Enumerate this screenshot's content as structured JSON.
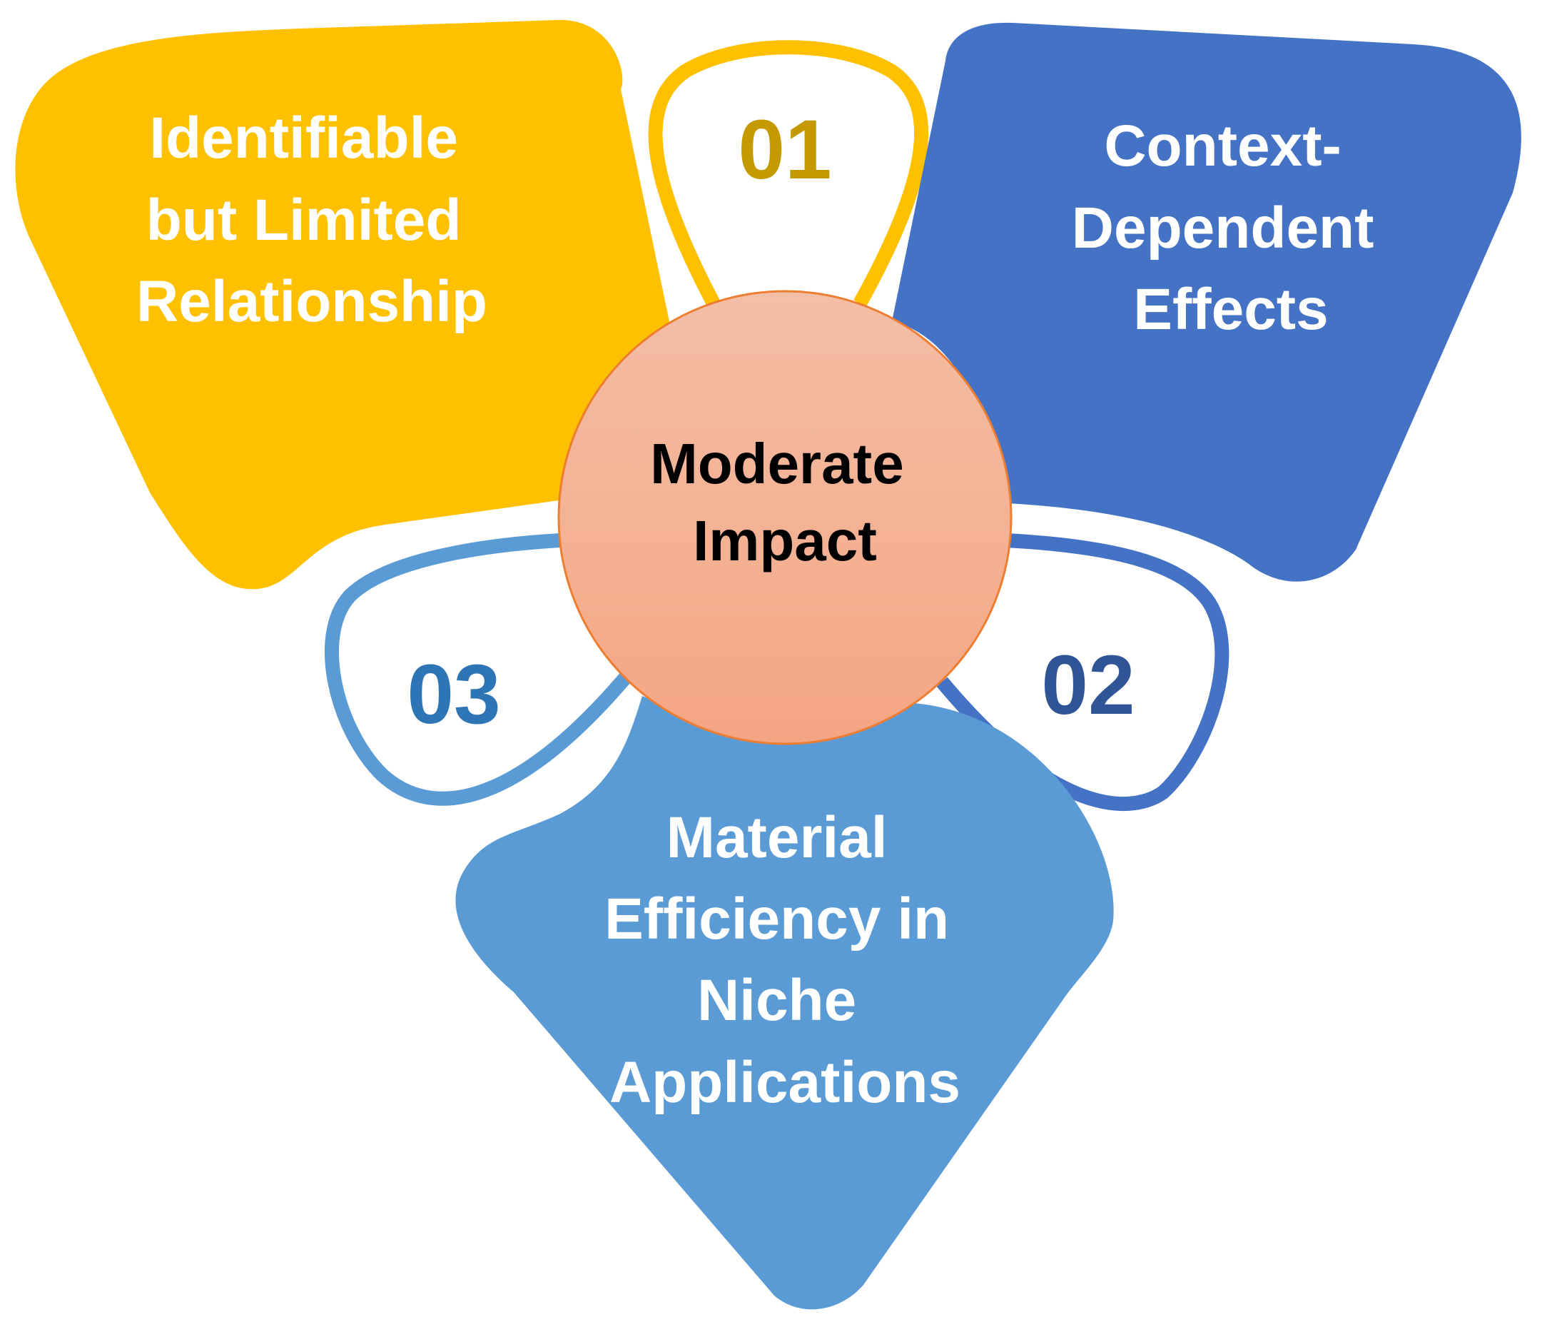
{
  "center": {
    "line1": "Moderate",
    "line2": "Impact",
    "fill": "#F4AE8E",
    "stroke": "#ED7D31"
  },
  "petals": [
    {
      "number": "01",
      "lines": [
        "Identifiable",
        "but Limited",
        "Relationship"
      ],
      "color": "#FFC000",
      "number_color": "#C49A00"
    },
    {
      "number": "02",
      "lines": [
        "Context-",
        "Dependent",
        "Effects"
      ],
      "color": "#4472C4",
      "number_color": "#2F5597"
    },
    {
      "number": "03",
      "lines": [
        "Material",
        "Efficiency in",
        "Niche",
        "Applications"
      ],
      "color": "#5B9BD5",
      "number_color": "#2E75B6"
    }
  ]
}
